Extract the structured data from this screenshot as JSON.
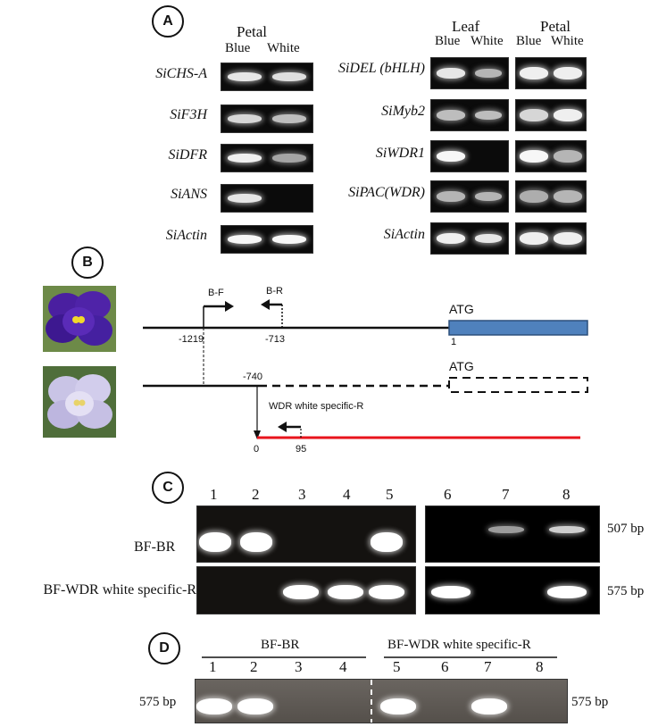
{
  "panelA": {
    "label": "A",
    "left_block": {
      "group": "Petal",
      "cols": [
        "Blue",
        "White"
      ],
      "genes": [
        "SiCHS-A",
        "SiF3H",
        "SiDFR",
        "SiANS",
        "SiActin"
      ]
    },
    "right_block": {
      "groups": [
        "Leaf",
        "Petal"
      ],
      "cols": [
        "Blue",
        "White",
        "Blue",
        "White"
      ],
      "genes": [
        "SiDEL (bHLH)",
        "SiMyb2",
        "SiWDR1",
        "SiPAC(WDR)",
        "SiActin"
      ]
    },
    "band_intensity_left": [
      [
        0.85,
        0.8
      ],
      [
        0.75,
        0.6
      ],
      [
        0.9,
        0.45
      ],
      [
        0.85,
        0
      ],
      [
        0.95,
        0.95
      ]
    ],
    "band_intensity_right": [
      [
        0.85,
        0.55,
        0.9,
        0.9
      ],
      [
        0.6,
        0.6,
        0.75,
        0.9
      ],
      [
        0.95,
        0,
        0.95,
        0.55
      ],
      [
        0.55,
        0.55,
        0.5,
        0.55
      ],
      [
        0.9,
        0.85,
        0.9,
        0.9
      ]
    ]
  },
  "panelB": {
    "label": "B",
    "primer_f": "B-F",
    "primer_r": "B-R",
    "atg1": "ATG",
    "atg2": "ATG",
    "pos_1219": "-1219",
    "pos_713": "-713",
    "pos_1": "1",
    "pos_740": "-740",
    "wdr_label": "WDR white specific-R",
    "pos_0": "0",
    "pos_95": "95",
    "colors": {
      "blue_box": "#4f81bd",
      "red_line": "#e8141c"
    }
  },
  "panelC": {
    "label": "C",
    "lanes_left": [
      "1",
      "2",
      "3",
      "4",
      "5"
    ],
    "lanes_right": [
      "6",
      "7",
      "8"
    ],
    "row1_label": "BF-BR",
    "row2_label": "BF-WDR white specific-R",
    "bp_top": "507 bp",
    "bp_bottom": "575 bp",
    "row1_left": [
      1,
      1,
      0,
      0,
      1
    ],
    "row2_left": [
      0,
      0,
      1,
      1,
      1
    ],
    "row1_right": [
      0,
      0.4,
      0.7
    ],
    "row2_right": [
      1,
      0,
      1
    ]
  },
  "panelD": {
    "label": "D",
    "group1": "BF-BR",
    "group2": "BF-WDR white specific-R",
    "lanes": [
      "1",
      "2",
      "3",
      "4",
      "5",
      "6",
      "7",
      "8"
    ],
    "bp_left": "575 bp",
    "bp_right": "575 bp",
    "bands": [
      1,
      1,
      0,
      0,
      1,
      0,
      1,
      0
    ]
  }
}
